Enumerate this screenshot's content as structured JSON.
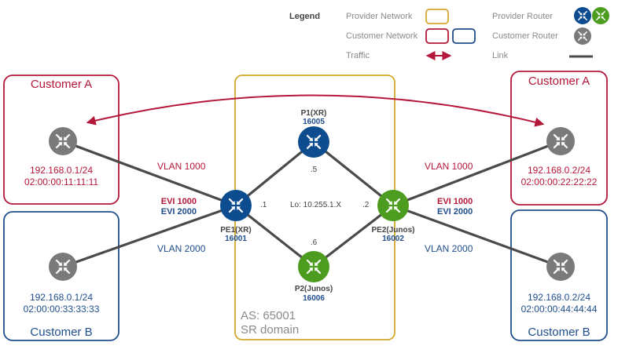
{
  "legend": {
    "title": "Legend",
    "provider_network": "Provider Network",
    "customer_network": "Customer Network",
    "traffic": "Traffic",
    "provider_router": "Provider Router",
    "customer_router": "Customer Router",
    "link": "Link"
  },
  "sites": {
    "ca_left": {
      "name": "Customer A",
      "ip": "192.168.0.1/24",
      "mac": "02:00:00:11:11:11"
    },
    "cb_left": {
      "name": "Customer B",
      "ip": "192.168.0.1/24",
      "mac": "02:00:00:33:33:33"
    },
    "ca_right": {
      "name": "Customer A",
      "ip": "192.168.0.2/24",
      "mac": "02:00:00:22:22:22"
    },
    "cb_right": {
      "name": "Customer B",
      "ip": "192.168.0.2/24",
      "mac": "02:00:00:44:44:44"
    }
  },
  "routers": {
    "p1": {
      "name": "P1(XR)",
      "sid": "16005",
      "addr": ".5"
    },
    "p2": {
      "name": "P2(Junos)",
      "sid": "16006",
      "addr": ".6"
    },
    "pe1": {
      "name": "PE1(XR)",
      "sid": "16001",
      "addr": ".1"
    },
    "pe2": {
      "name": "PE2(Junos)",
      "sid": "16002",
      "addr": ".2"
    }
  },
  "links": {
    "vlan_a_left": "VLAN 1000",
    "vlan_b_left": "VLAN 2000",
    "vlan_a_right": "VLAN 1000",
    "vlan_b_right": "VLAN 2000"
  },
  "evi": {
    "left_a": "EVI 1000",
    "left_b": "EVI 2000",
    "right_a": "EVI 1000",
    "right_b": "EVI 2000"
  },
  "provider": {
    "loopback": "Lo: 10.255.1.X",
    "as": "AS: 65001",
    "domain": "SR domain"
  },
  "colors": {
    "provider_border": "#d4a82a",
    "customer_a": "#b5173a",
    "customer_b": "#1f4e8c",
    "router_blue": "#0d4d8f",
    "router_green": "#4b9c1f",
    "router_gray": "#7a7a7a",
    "link": "#4a4a4a"
  }
}
